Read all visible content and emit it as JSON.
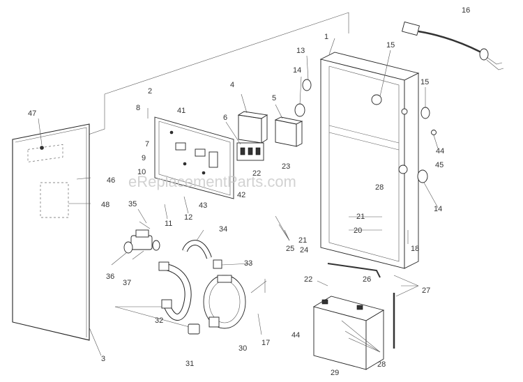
{
  "watermark": "eReplacementParts.com",
  "callouts": [
    {
      "id": "c1",
      "text": "1"
    },
    {
      "id": "c2",
      "text": "2"
    },
    {
      "id": "c3",
      "text": "3"
    },
    {
      "id": "c4",
      "text": "4"
    },
    {
      "id": "c5",
      "text": "5"
    },
    {
      "id": "c6",
      "text": "6"
    },
    {
      "id": "c7",
      "text": "7"
    },
    {
      "id": "c8",
      "text": "8"
    },
    {
      "id": "c9",
      "text": "9"
    },
    {
      "id": "c10",
      "text": "10"
    },
    {
      "id": "c11",
      "text": "11"
    },
    {
      "id": "c12",
      "text": "12"
    },
    {
      "id": "c13",
      "text": "13"
    },
    {
      "id": "c14a",
      "text": "14"
    },
    {
      "id": "c14b",
      "text": "14"
    },
    {
      "id": "c15a",
      "text": "15"
    },
    {
      "id": "c15b",
      "text": "15"
    },
    {
      "id": "c16",
      "text": "16"
    },
    {
      "id": "c17",
      "text": "17"
    },
    {
      "id": "c18",
      "text": "18"
    },
    {
      "id": "c20",
      "text": "20"
    },
    {
      "id": "c21a",
      "text": "21"
    },
    {
      "id": "c21b",
      "text": "21"
    },
    {
      "id": "c22a",
      "text": "22"
    },
    {
      "id": "c22b",
      "text": "22"
    },
    {
      "id": "c23",
      "text": "23"
    },
    {
      "id": "c24",
      "text": "24"
    },
    {
      "id": "c25",
      "text": "25"
    },
    {
      "id": "c26",
      "text": "26"
    },
    {
      "id": "c27",
      "text": "27"
    },
    {
      "id": "c28a",
      "text": "28"
    },
    {
      "id": "c28b",
      "text": "28"
    },
    {
      "id": "c29",
      "text": "29"
    },
    {
      "id": "c30",
      "text": "30"
    },
    {
      "id": "c31",
      "text": "31"
    },
    {
      "id": "c32",
      "text": "32"
    },
    {
      "id": "c33",
      "text": "33"
    },
    {
      "id": "c34",
      "text": "34"
    },
    {
      "id": "c35",
      "text": "35"
    },
    {
      "id": "c36",
      "text": "36"
    },
    {
      "id": "c37",
      "text": "37"
    },
    {
      "id": "c41",
      "text": "41"
    },
    {
      "id": "c42",
      "text": "42"
    },
    {
      "id": "c43",
      "text": "43"
    },
    {
      "id": "c44a",
      "text": "44"
    },
    {
      "id": "c44b",
      "text": "44"
    },
    {
      "id": "c45",
      "text": "45"
    },
    {
      "id": "c46",
      "text": "46"
    },
    {
      "id": "c47",
      "text": "47"
    },
    {
      "id": "c48",
      "text": "48"
    }
  ]
}
